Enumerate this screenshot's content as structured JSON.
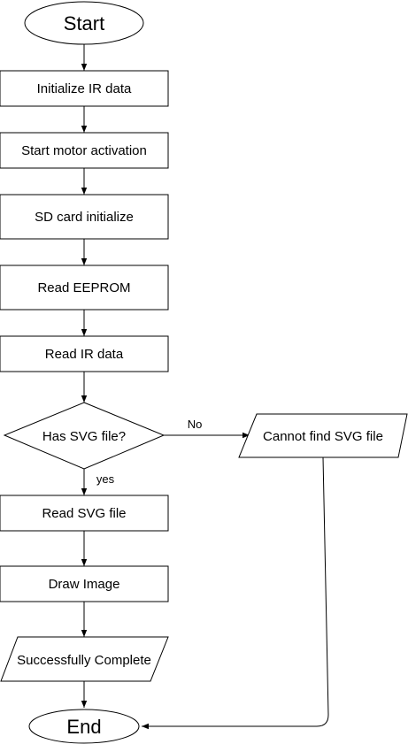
{
  "nodes": {
    "start": "Start",
    "init_ir": "Initialize IR data",
    "motor": "Start motor activation",
    "sd": "SD card initialize",
    "eeprom": "Read EEPROM",
    "read_ir": "Read IR data",
    "has_svg": "Has SVG file?",
    "cannot_find": "Cannot find SVG file",
    "read_svg": "Read SVG file",
    "draw": "Draw Image",
    "success": "Successfully Complete",
    "end": "End"
  },
  "edges": {
    "no": "No",
    "yes": "yes"
  }
}
